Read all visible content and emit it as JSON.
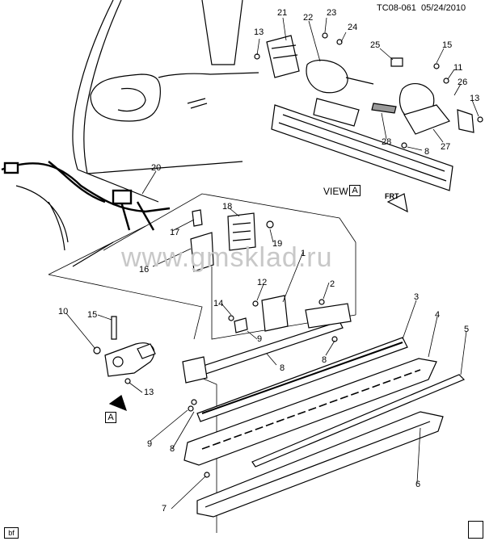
{
  "header": {
    "code": "TC08-061",
    "date": "05/24/2010"
  },
  "watermark": "www.gmsklad.ru",
  "view": {
    "label": "VIEW",
    "letter": "A"
  },
  "front_label": "FRT",
  "corner_tag": "bf",
  "callouts": [
    {
      "id": "1",
      "label": "1"
    },
    {
      "id": "2",
      "label": "2"
    },
    {
      "id": "3",
      "label": "3"
    },
    {
      "id": "4",
      "label": "4"
    },
    {
      "id": "5",
      "label": "5"
    },
    {
      "id": "6",
      "label": "6"
    },
    {
      "id": "7",
      "label": "7"
    },
    {
      "id": "8a",
      "label": "8"
    },
    {
      "id": "8b",
      "label": "8"
    },
    {
      "id": "8c",
      "label": "8"
    },
    {
      "id": "9",
      "label": "9"
    },
    {
      "id": "10",
      "label": "10"
    },
    {
      "id": "11",
      "label": "11"
    },
    {
      "id": "12a",
      "label": "12"
    },
    {
      "id": "12b",
      "label": "12"
    },
    {
      "id": "12c",
      "label": "12"
    },
    {
      "id": "13a",
      "label": "13"
    },
    {
      "id": "13b",
      "label": "13"
    },
    {
      "id": "13c",
      "label": "13"
    },
    {
      "id": "14",
      "label": "14"
    },
    {
      "id": "15a",
      "label": "15"
    },
    {
      "id": "15b",
      "label": "15"
    },
    {
      "id": "16",
      "label": "16"
    },
    {
      "id": "17",
      "label": "17"
    },
    {
      "id": "18",
      "label": "18"
    },
    {
      "id": "19",
      "label": "19"
    },
    {
      "id": "20",
      "label": "20"
    },
    {
      "id": "21",
      "label": "21"
    },
    {
      "id": "22",
      "label": "22"
    },
    {
      "id": "23",
      "label": "23"
    },
    {
      "id": "24",
      "label": "24"
    },
    {
      "id": "25",
      "label": "25"
    },
    {
      "id": "26",
      "label": "26"
    },
    {
      "id": "27",
      "label": "27"
    },
    {
      "id": "28",
      "label": "28"
    }
  ],
  "colors": {
    "ink": "#000000",
    "watermark": "#c8c8c8",
    "part_fill": "#ffffff",
    "shade": "#9a9a9a"
  }
}
